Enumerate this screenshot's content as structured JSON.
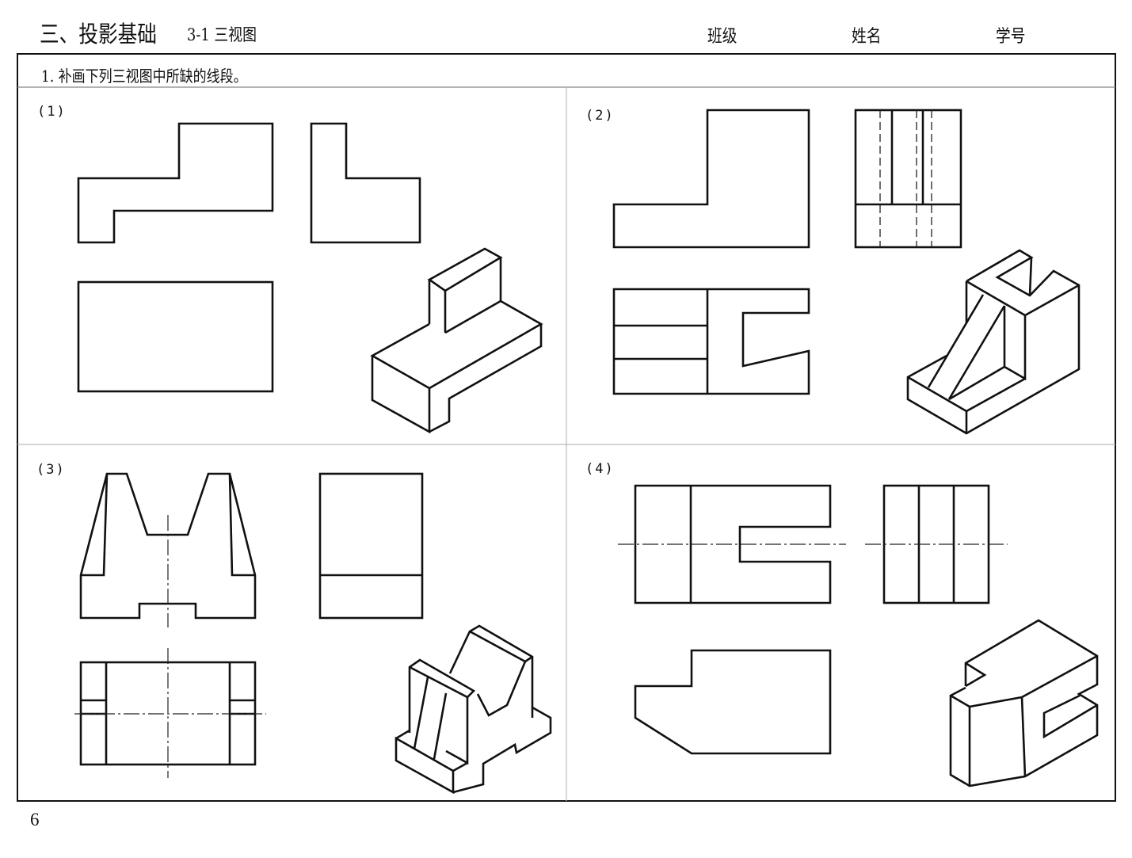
{
  "header": {
    "title": "三、投影基础",
    "subtitle": "3-1  三视图",
    "class_label": "班级",
    "name_label": "姓名",
    "id_label": "学号"
  },
  "exercise": {
    "instruction": "1. 补画下列三视图中所缺的线段。",
    "problems": [
      {
        "label": "(1)"
      },
      {
        "label": "(2)"
      },
      {
        "label": "(3)"
      },
      {
        "label": "(4)"
      }
    ]
  },
  "page_number": "6"
}
